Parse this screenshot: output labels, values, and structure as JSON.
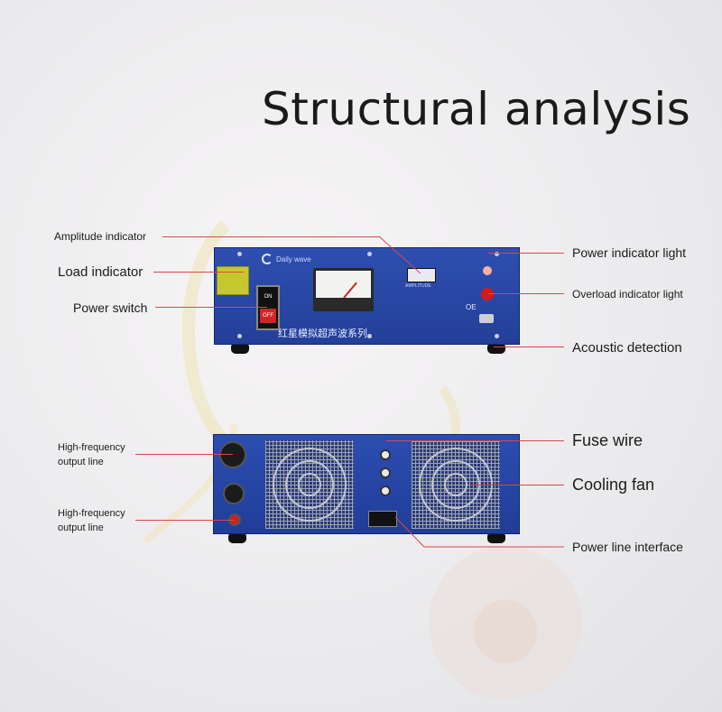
{
  "title": "Structural analysis",
  "labels": {
    "amplitude_indicator": "Amplitude indicator",
    "load_indicator": "Load indicator",
    "power_switch": "Power switch",
    "power_indicator_light": "Power indicator light",
    "overload_indicator_light": "Overload indicator light",
    "acoustic_detection": "Acoustic detection",
    "hf_output_line_1": "High-frequency\noutput line",
    "hf_output_line_2": "High-frequency\noutput line",
    "fuse_wire": "Fuse wire",
    "cooling_fan": "Cooling fan",
    "power_line_interface": "Power line interface"
  },
  "device": {
    "brand": "Daily wave",
    "series_text": "红星模拟超声波系列",
    "switch_on": "ON",
    "switch_off": "OFF",
    "oe_label": "OE",
    "amplitude_caption": "AMPLITUDE"
  },
  "colors": {
    "panel_blue": "#233f99",
    "leader_line": "#d84848",
    "load_indicator": "#c6c72c",
    "overload_led": "#d81818"
  }
}
